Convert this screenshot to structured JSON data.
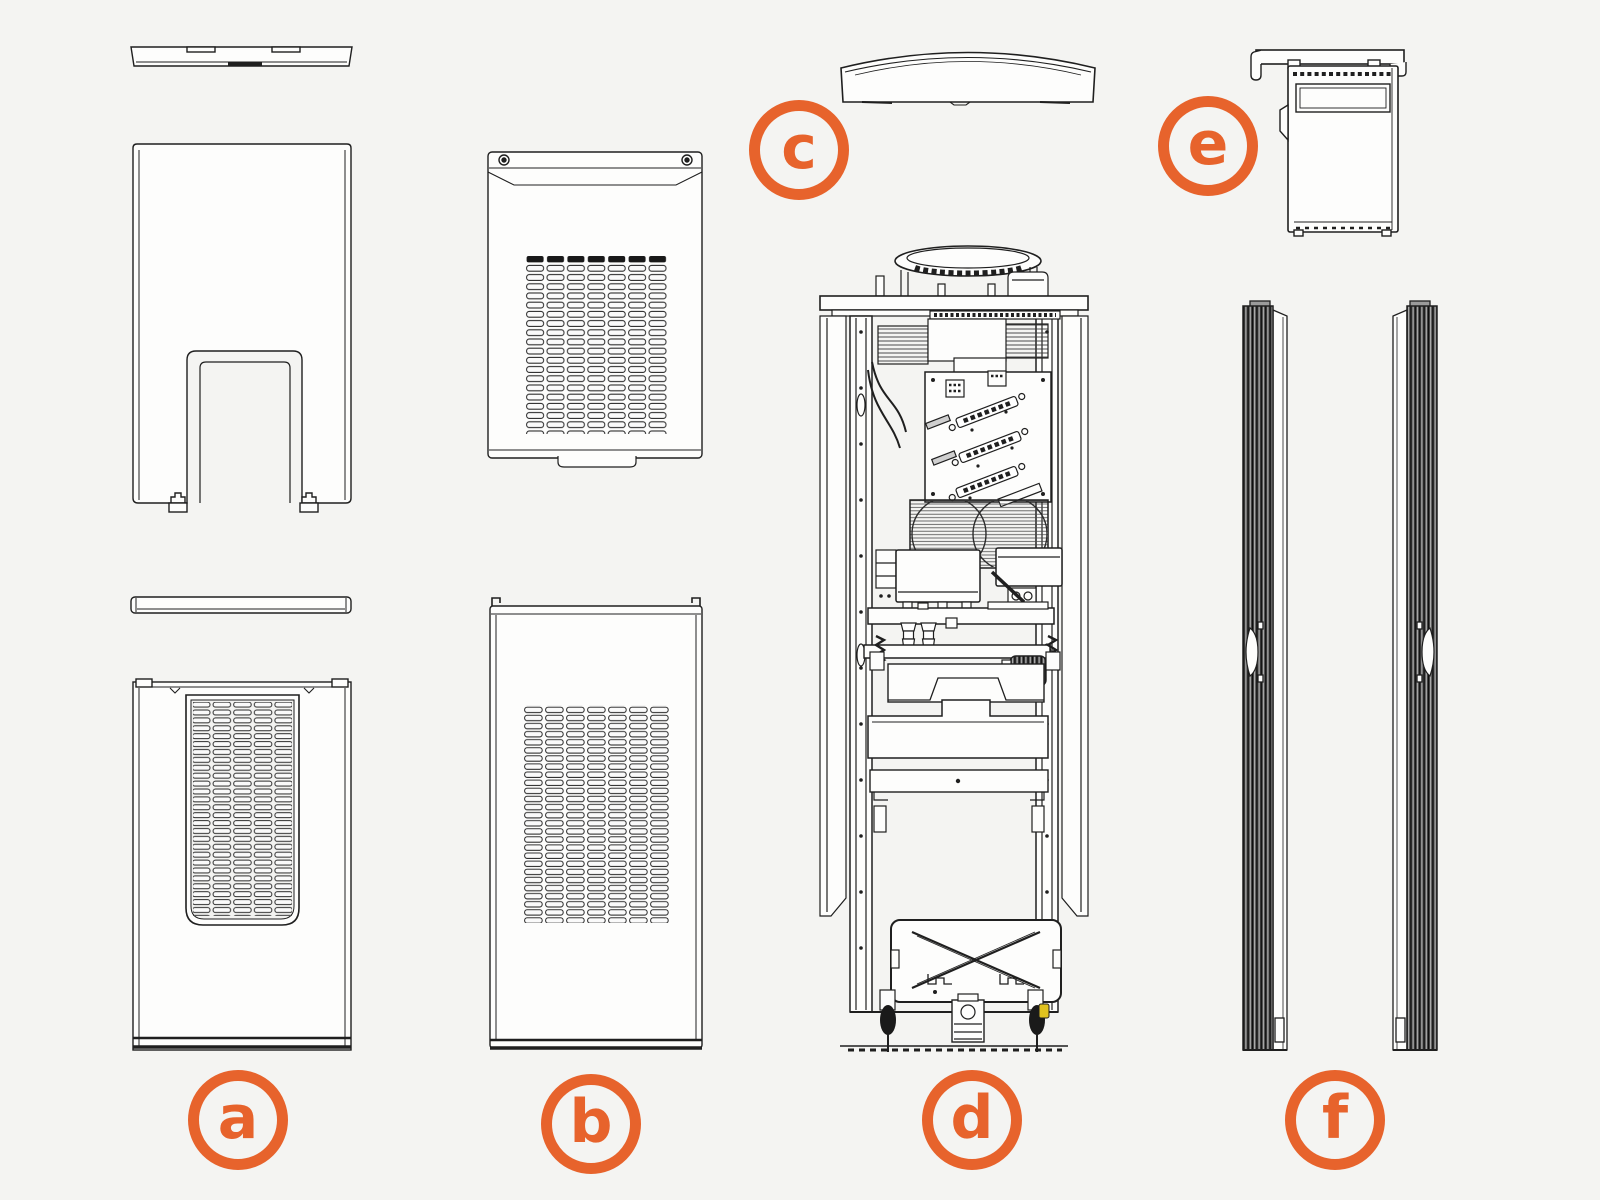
{
  "diagram": {
    "colors": {
      "accent": "#e7632c",
      "background": "#f4f4f2",
      "line": "#1f1f1f",
      "panel_fill": "#fdfdfc",
      "tag_yellow": "#e0c21f"
    }
  },
  "labels": {
    "a": "a",
    "b": "b",
    "c": "c",
    "d": "d",
    "e": "e",
    "f": "f"
  }
}
